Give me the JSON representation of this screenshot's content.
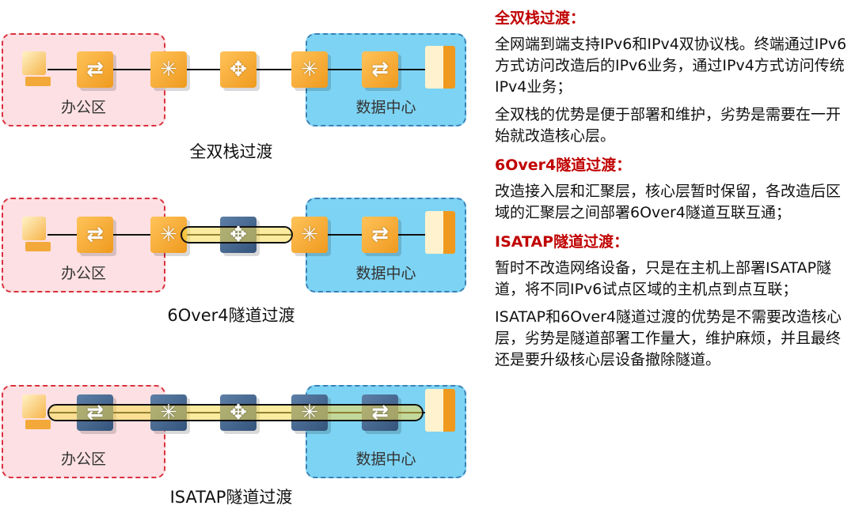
{
  "zones": {
    "office": "办公区",
    "datacenter": "数据中心"
  },
  "diagrams": [
    {
      "caption": "全双栈过渡",
      "tunnel": "none",
      "device_colors": [
        "orange",
        "orange",
        "orange",
        "orange",
        "orange"
      ]
    },
    {
      "caption": "6Over4隧道过渡",
      "tunnel": "aggregation-to-aggregation",
      "device_colors": [
        "orange",
        "orange",
        "blue",
        "orange",
        "orange"
      ]
    },
    {
      "caption": "ISATAP隧道过渡",
      "tunnel": "host-to-host",
      "device_colors": [
        "blue",
        "blue",
        "blue",
        "blue",
        "blue"
      ]
    }
  ],
  "sections": [
    {
      "title": "全双栈过渡：",
      "paragraphs": [
        "全网端到端支持IPv6和IPv4双协议栈。终端通过IPv6方式访问改造后的IPv6业务，通过IPv4方式访问传统IPv4业务；",
        "全双栈的优势是便于部署和维护，劣势是需要在一开始就改造核心层。"
      ]
    },
    {
      "title": "6Over4隧道过渡：",
      "paragraphs": [
        "改造接入层和汇聚层，核心层暂时保留，各改造后区域的汇聚层之间部署6Over4隧道互联互通；"
      ]
    },
    {
      "title": "ISATAP隧道过渡：",
      "paragraphs": [
        "暂时不改造网络设备，只是在主机上部署ISATAP隧道，将不同IPv6试点区域的主机点到点互联；",
        "ISATAP和6Over4隧道过渡的优势是不需要改造核心层，劣势是隧道部署工作量大，维护麻烦，并且最终还是要升级核心层设备撤除隧道。"
      ]
    }
  ],
  "colors": {
    "heading": "#c00000",
    "office": "#fde0e3",
    "datacenter": "#7dd3f3"
  }
}
